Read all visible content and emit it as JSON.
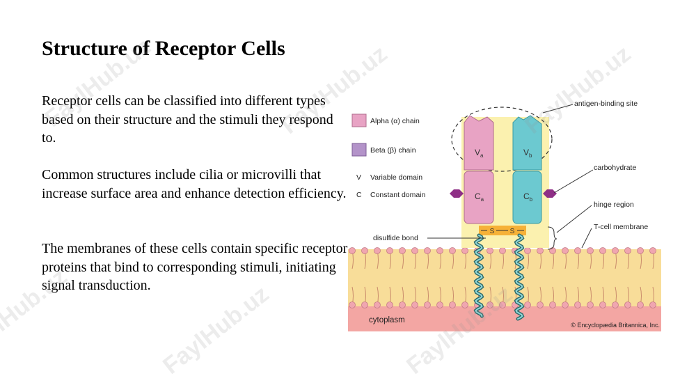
{
  "slide": {
    "title": "Structure of Receptor Cells",
    "paragraphs": [
      "Receptor cells can be classified into different types based on their structure and the stimuli they respond to.",
      "Common structures include cilia or microvilli that increase surface area and enhance detection efficiency.",
      "The membranes of these cells contain specific receptor proteins that bind to corresponding stimuli, initiating signal transduction."
    ]
  },
  "figure": {
    "legend": {
      "alpha": "Alpha (α) chain",
      "beta": "Beta (β) chain",
      "v_key": "V",
      "v_text": "Variable domain",
      "c_key": "C",
      "c_text": "Constant domain"
    },
    "labels": {
      "antigen_binding_site": "antigen-binding site",
      "carbohydrate": "carbohydrate",
      "hinge_region": "hinge region",
      "t_cell_membrane": "T-cell membrane",
      "disulfide_bond": "disulfide bond",
      "cytoplasm": "cytoplasm",
      "copyright": "© Encyclopædia Britannica, Inc."
    },
    "domains": {
      "va_main": "V",
      "va_sub": "a",
      "vb_main": "V",
      "vb_sub": "b",
      "ca_main": "C",
      "ca_sub": "a",
      "cb_main": "C",
      "cb_sub": "b",
      "s1": "S",
      "s2": "S"
    },
    "colors": {
      "alpha_chain": "#e8a3c4",
      "beta_chain": "#6cc9d0",
      "beta_legend": "#b393c9",
      "carbohydrate": "#8e2f86",
      "highlight": "#fbf0a6",
      "membrane": "#f8dd99",
      "cytoplasm": "#f3a6a3"
    }
  },
  "watermark": "FaylHub.uz"
}
